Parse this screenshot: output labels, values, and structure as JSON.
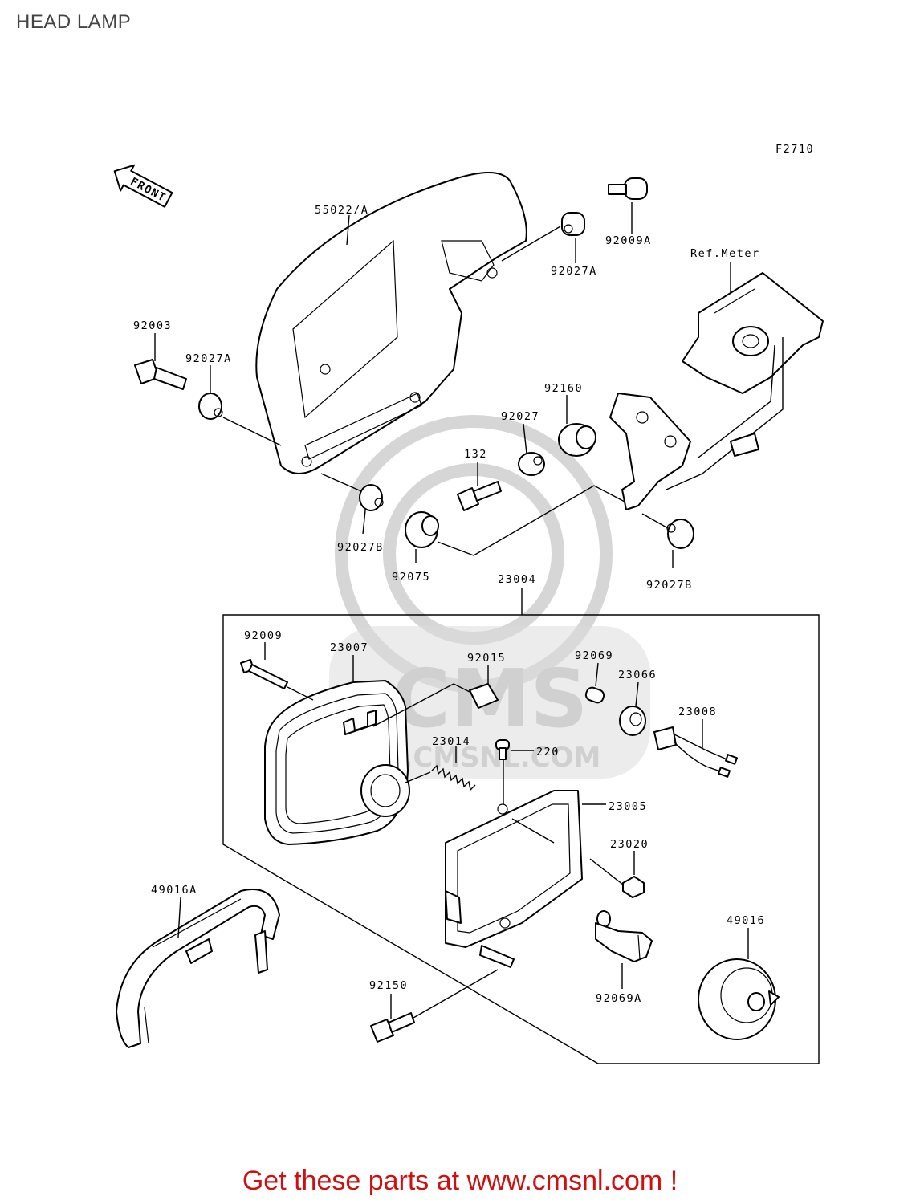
{
  "title": "HEAD LAMP",
  "figure_code": "F2710",
  "front_arrow_label": "FRONT",
  "watermark": {
    "brand": "CMS",
    "url": "WWW.CMSNL.COM"
  },
  "parts": [
    {
      "id": "cowl",
      "label": "55022/A"
    },
    {
      "id": "bolt-92009a",
      "label": "92009A"
    },
    {
      "id": "collar-92027a-top",
      "label": "92027A"
    },
    {
      "id": "ref-meter",
      "label": "Ref.Meter"
    },
    {
      "id": "bolt-92003",
      "label": "92003"
    },
    {
      "id": "collar-92027a-left",
      "label": "92027A"
    },
    {
      "id": "damper-92160",
      "label": "92160"
    },
    {
      "id": "collar-92027",
      "label": "92027"
    },
    {
      "id": "bolt-132",
      "label": "132"
    },
    {
      "id": "collar-92027b-left",
      "label": "92027B"
    },
    {
      "id": "damper-92075",
      "label": "92075"
    },
    {
      "id": "collar-92027b-right",
      "label": "92027B"
    },
    {
      "id": "assy-23004",
      "label": "23004"
    },
    {
      "id": "screw-92009",
      "label": "92009"
    },
    {
      "id": "headlamp-23007",
      "label": "23007"
    },
    {
      "id": "clip-92015",
      "label": "92015"
    },
    {
      "id": "bulb-92069",
      "label": "92069"
    },
    {
      "id": "socket-23066",
      "label": "23066"
    },
    {
      "id": "wiring-23008",
      "label": "23008"
    },
    {
      "id": "spring-23014",
      "label": "23014"
    },
    {
      "id": "screw-220",
      "label": "220"
    },
    {
      "id": "rim-23005",
      "label": "23005"
    },
    {
      "id": "nut-23020",
      "label": "23020"
    },
    {
      "id": "trim-49016a",
      "label": "49016A"
    },
    {
      "id": "cap-49016",
      "label": "49016"
    },
    {
      "id": "bolt-92150",
      "label": "92150"
    },
    {
      "id": "bulb-92069a",
      "label": "92069A"
    }
  ],
  "footer": "Get these parts at www.cmsnl.com !"
}
